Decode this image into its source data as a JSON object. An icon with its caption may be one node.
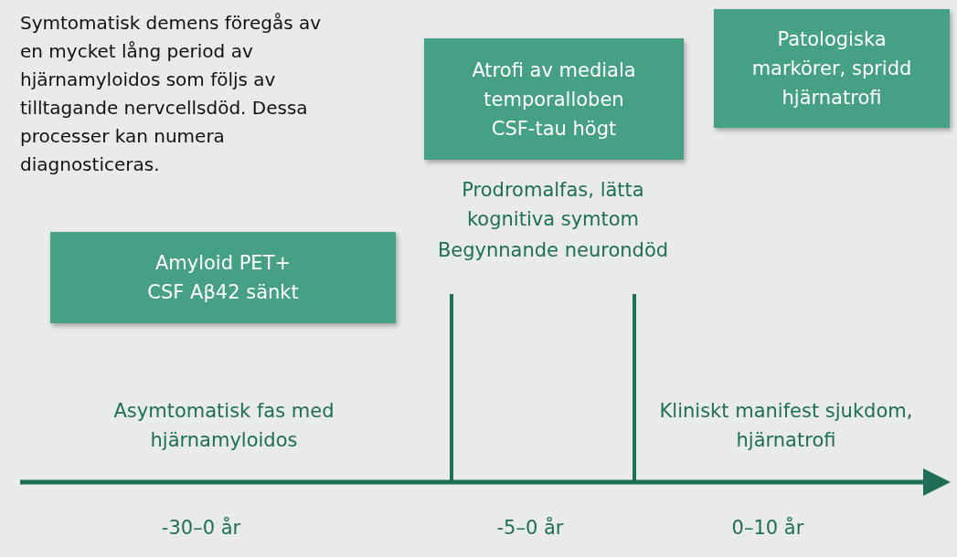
{
  "diagram": {
    "nodes": [
      {
        "text": [
          "Amyloid PET+",
          "CSF Aβ42 sänkt"
        ]
      },
      {
        "text": [
          "Atrofi av mediala temporalloben",
          "CSF-tau högt"
        ]
      },
      {
        "text": [
          "Patologiska markörer, spridd hjärnatrofi"
        ]
      }
    ],
    "labels": [
      "Symtomatisk demens föregås av en mycket lång period av hjärnamyloidos som följs av tilltagande nervcellsdöd. Dessa processer kan numera diagnosticeras.",
      "Prodromalfas, lätta kognitiva symtom",
      "Begynnande neurondöd",
      "Asymtomatisk fas med hjärnamyloidos",
      "Kliniskt manifest sjukdom, hjärnatrofi",
      "-30–0 år",
      "-5–0 år",
      "0–10 år"
    ]
  }
}
